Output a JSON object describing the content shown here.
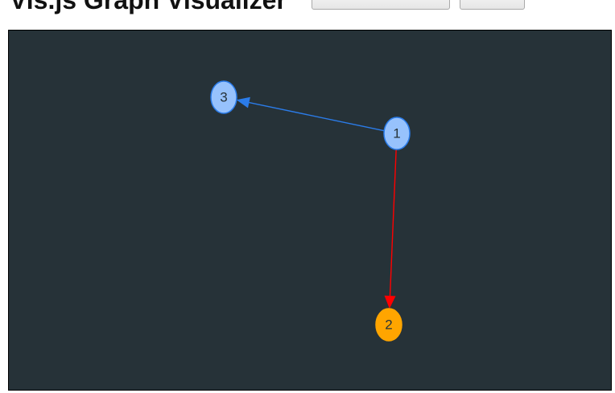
{
  "header": {
    "title": "Vis.js Graph Visualizer",
    "button_1_label": "",
    "button_2_label": ""
  },
  "graph": {
    "background": "#263238",
    "nodes": [
      {
        "id": "1",
        "label": "1",
        "color": "#97c2fc",
        "border": "#2b7ce9"
      },
      {
        "id": "2",
        "label": "2",
        "color": "#ffa500",
        "border": "#ffa500"
      },
      {
        "id": "3",
        "label": "3",
        "color": "#97c2fc",
        "border": "#2b7ce9"
      }
    ],
    "edges": [
      {
        "from": "1",
        "to": "3",
        "color": "#2b7ce9",
        "arrow": "to"
      },
      {
        "from": "1",
        "to": "2",
        "color": "#ff0000",
        "arrow": "to"
      }
    ]
  }
}
